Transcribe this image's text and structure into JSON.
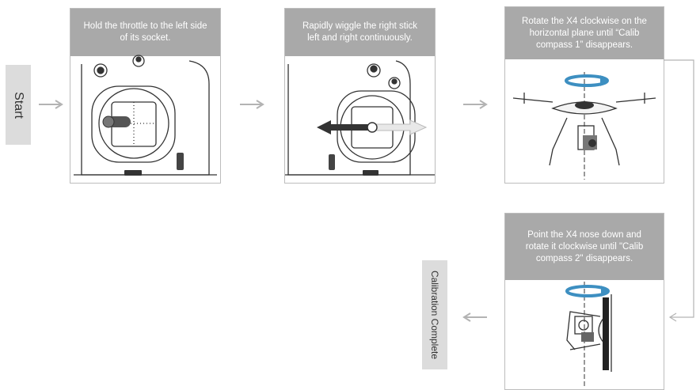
{
  "start_label": "Start",
  "complete_label": "Calibration Complete",
  "steps": [
    {
      "caption": "Hold the throttle to the left side of its socket."
    },
    {
      "caption": "Rapidly wiggle the right stick left and right continuously."
    },
    {
      "caption": "Rotate the X4 clockwise on the horizontal plane until “Calib compass 1” disappears."
    },
    {
      "caption": "Point the X4 nose down and rotate it clockwise until \"Calib compass 2\" disappears."
    }
  ],
  "colors": {
    "caption_bg": "#a9a9a9",
    "label_bg": "#dcdcdc",
    "arrow": "#b3b3b3",
    "line_art": "#333333",
    "rotation_arrow": "#3d8fc1"
  },
  "icons": [
    "arrow-right-icon",
    "arrow-left-icon",
    "rotation-arrow-icon",
    "remote-controller",
    "drone"
  ]
}
